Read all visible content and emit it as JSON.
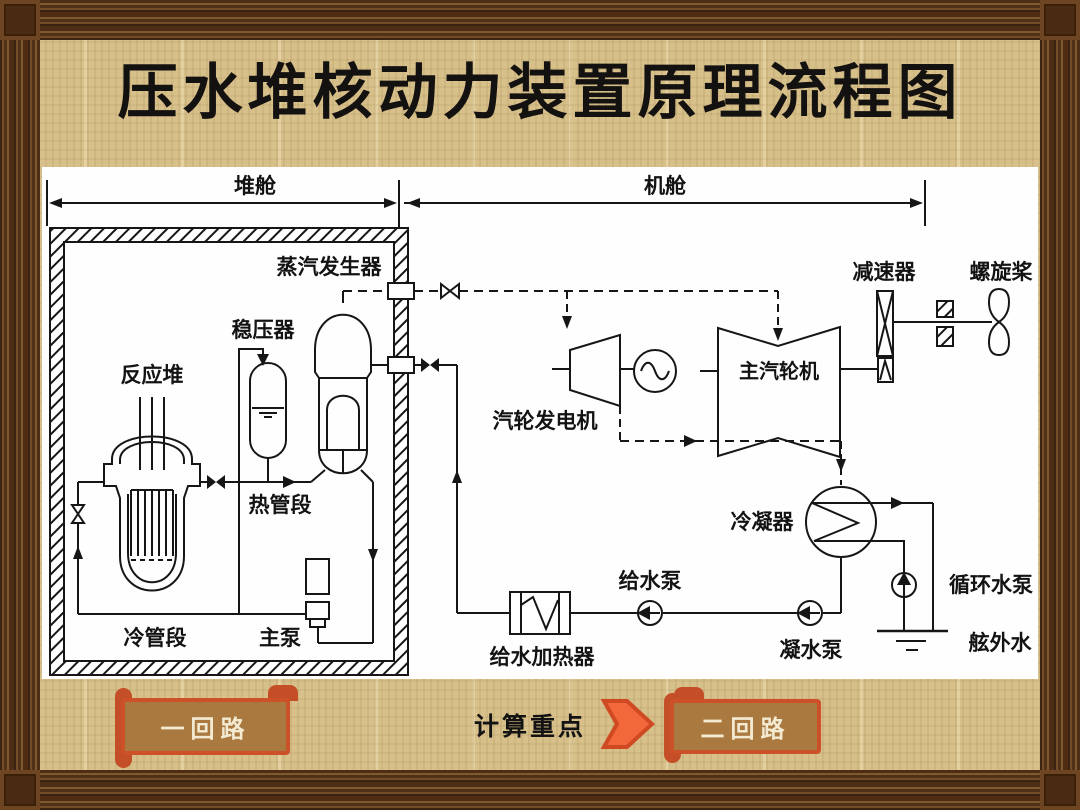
{
  "title": "压水堆核动力装置原理流程图",
  "compartments": {
    "left": "堆舱",
    "right": "机舱"
  },
  "diagram": {
    "labels": {
      "steam_generator": "蒸汽发生器",
      "pressurizer": "稳压器",
      "reactor": "反应堆",
      "hot_leg": "热管段",
      "cold_leg": "冷管段",
      "main_pump": "主泵",
      "turbo_generator": "汽轮发电机",
      "main_turbine": "主汽轮机",
      "reducer": "减速器",
      "propeller": "螺旋桨",
      "condenser": "冷凝器",
      "feed_pump": "给水泵",
      "condensate_pump": "凝水泵",
      "circulating_pump": "循环水泵",
      "outboard_water": "舷外水",
      "feedwater_heater": "给水加热器"
    }
  },
  "banners": {
    "primary_loop": "一回路",
    "focus": "计算重点",
    "secondary_loop": "二回路"
  },
  "colors": {
    "line": "#161616",
    "parchment": "#d8c08a",
    "wood": "#5d3a1c",
    "scroll_fill": "#a9793f",
    "scroll_border": "#cd5128",
    "scroll_text": "#f3ead2",
    "chevron_fill": "#f2683a",
    "chevron_border": "#cf4a22"
  }
}
